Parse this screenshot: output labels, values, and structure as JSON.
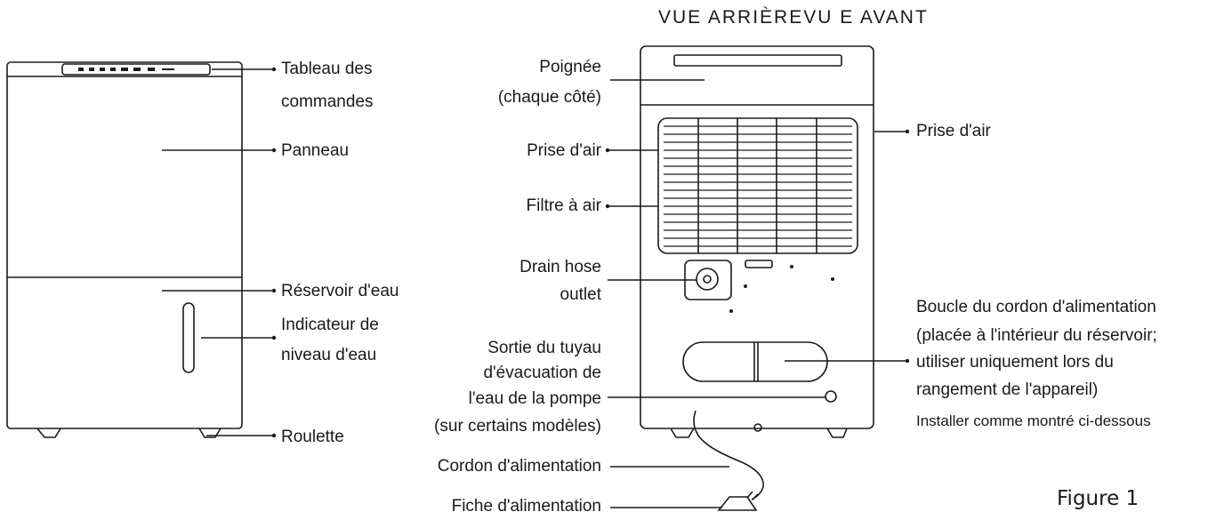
{
  "heading": "VUE ARRIÈREVU E AVANT",
  "figure_caption": "Figure 1",
  "labels": {
    "control_panel": [
      "Tableau des",
      "commandes"
    ],
    "panel": "Panneau",
    "water_tank": "Réservoir d'eau",
    "water_level_indicator": [
      "Indicateur de",
      "niveau d'eau"
    ],
    "caster": "Roulette",
    "handle": [
      "Poignée",
      "(chaque côté)"
    ],
    "air_intake_rear": "Prise d'air",
    "air_filter": "Filtre à air",
    "drain_hose_outlet": [
      "Drain hose",
      "outlet"
    ],
    "pump_drain_outlet": [
      "Sortie du tuyau",
      "d'évacuation de",
      "l'eau de la pompe",
      "(sur certains modèles)"
    ],
    "power_cord": "Cordon d'alimentation",
    "power_plug": "Fiche d'alimentation",
    "air_intake_side": "Prise d'air",
    "cord_buckle": [
      "Boucle du cordon d'alimentation",
      "(placée à l'intérieur du réservoir;",
      "utiliser uniquement lors du",
      "rangement de l'appareil)"
    ],
    "install_note": "Installer comme montré ci-dessous"
  },
  "colors": {
    "line": "#1a1a1a",
    "background": "#ffffff"
  }
}
